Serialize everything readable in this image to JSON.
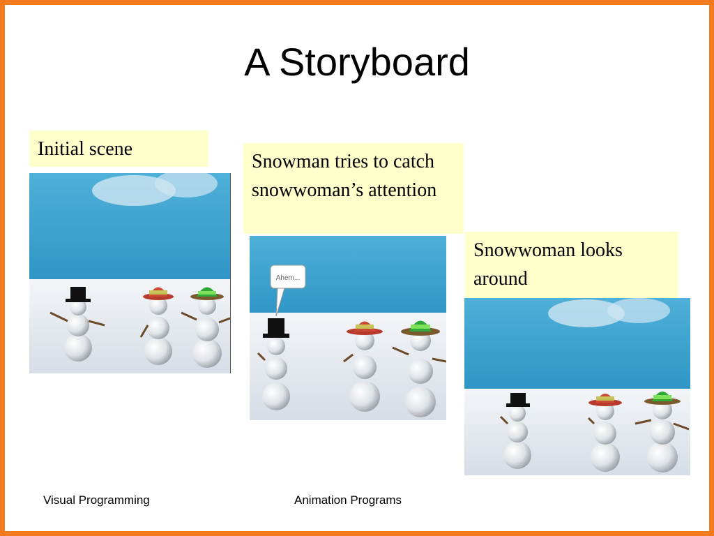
{
  "slide": {
    "title": "A Storyboard",
    "border_color": "#f47a1f",
    "caption_bg": "#ffffcc"
  },
  "panels": [
    {
      "caption": "Initial scene"
    },
    {
      "caption": "Snowman tries to catch snowwoman’s attention",
      "speech_bubble": "Ahem..."
    },
    {
      "caption": "Snowwoman looks around"
    }
  ],
  "footer": {
    "left": "Visual Programming",
    "center": "Animation Programs"
  }
}
